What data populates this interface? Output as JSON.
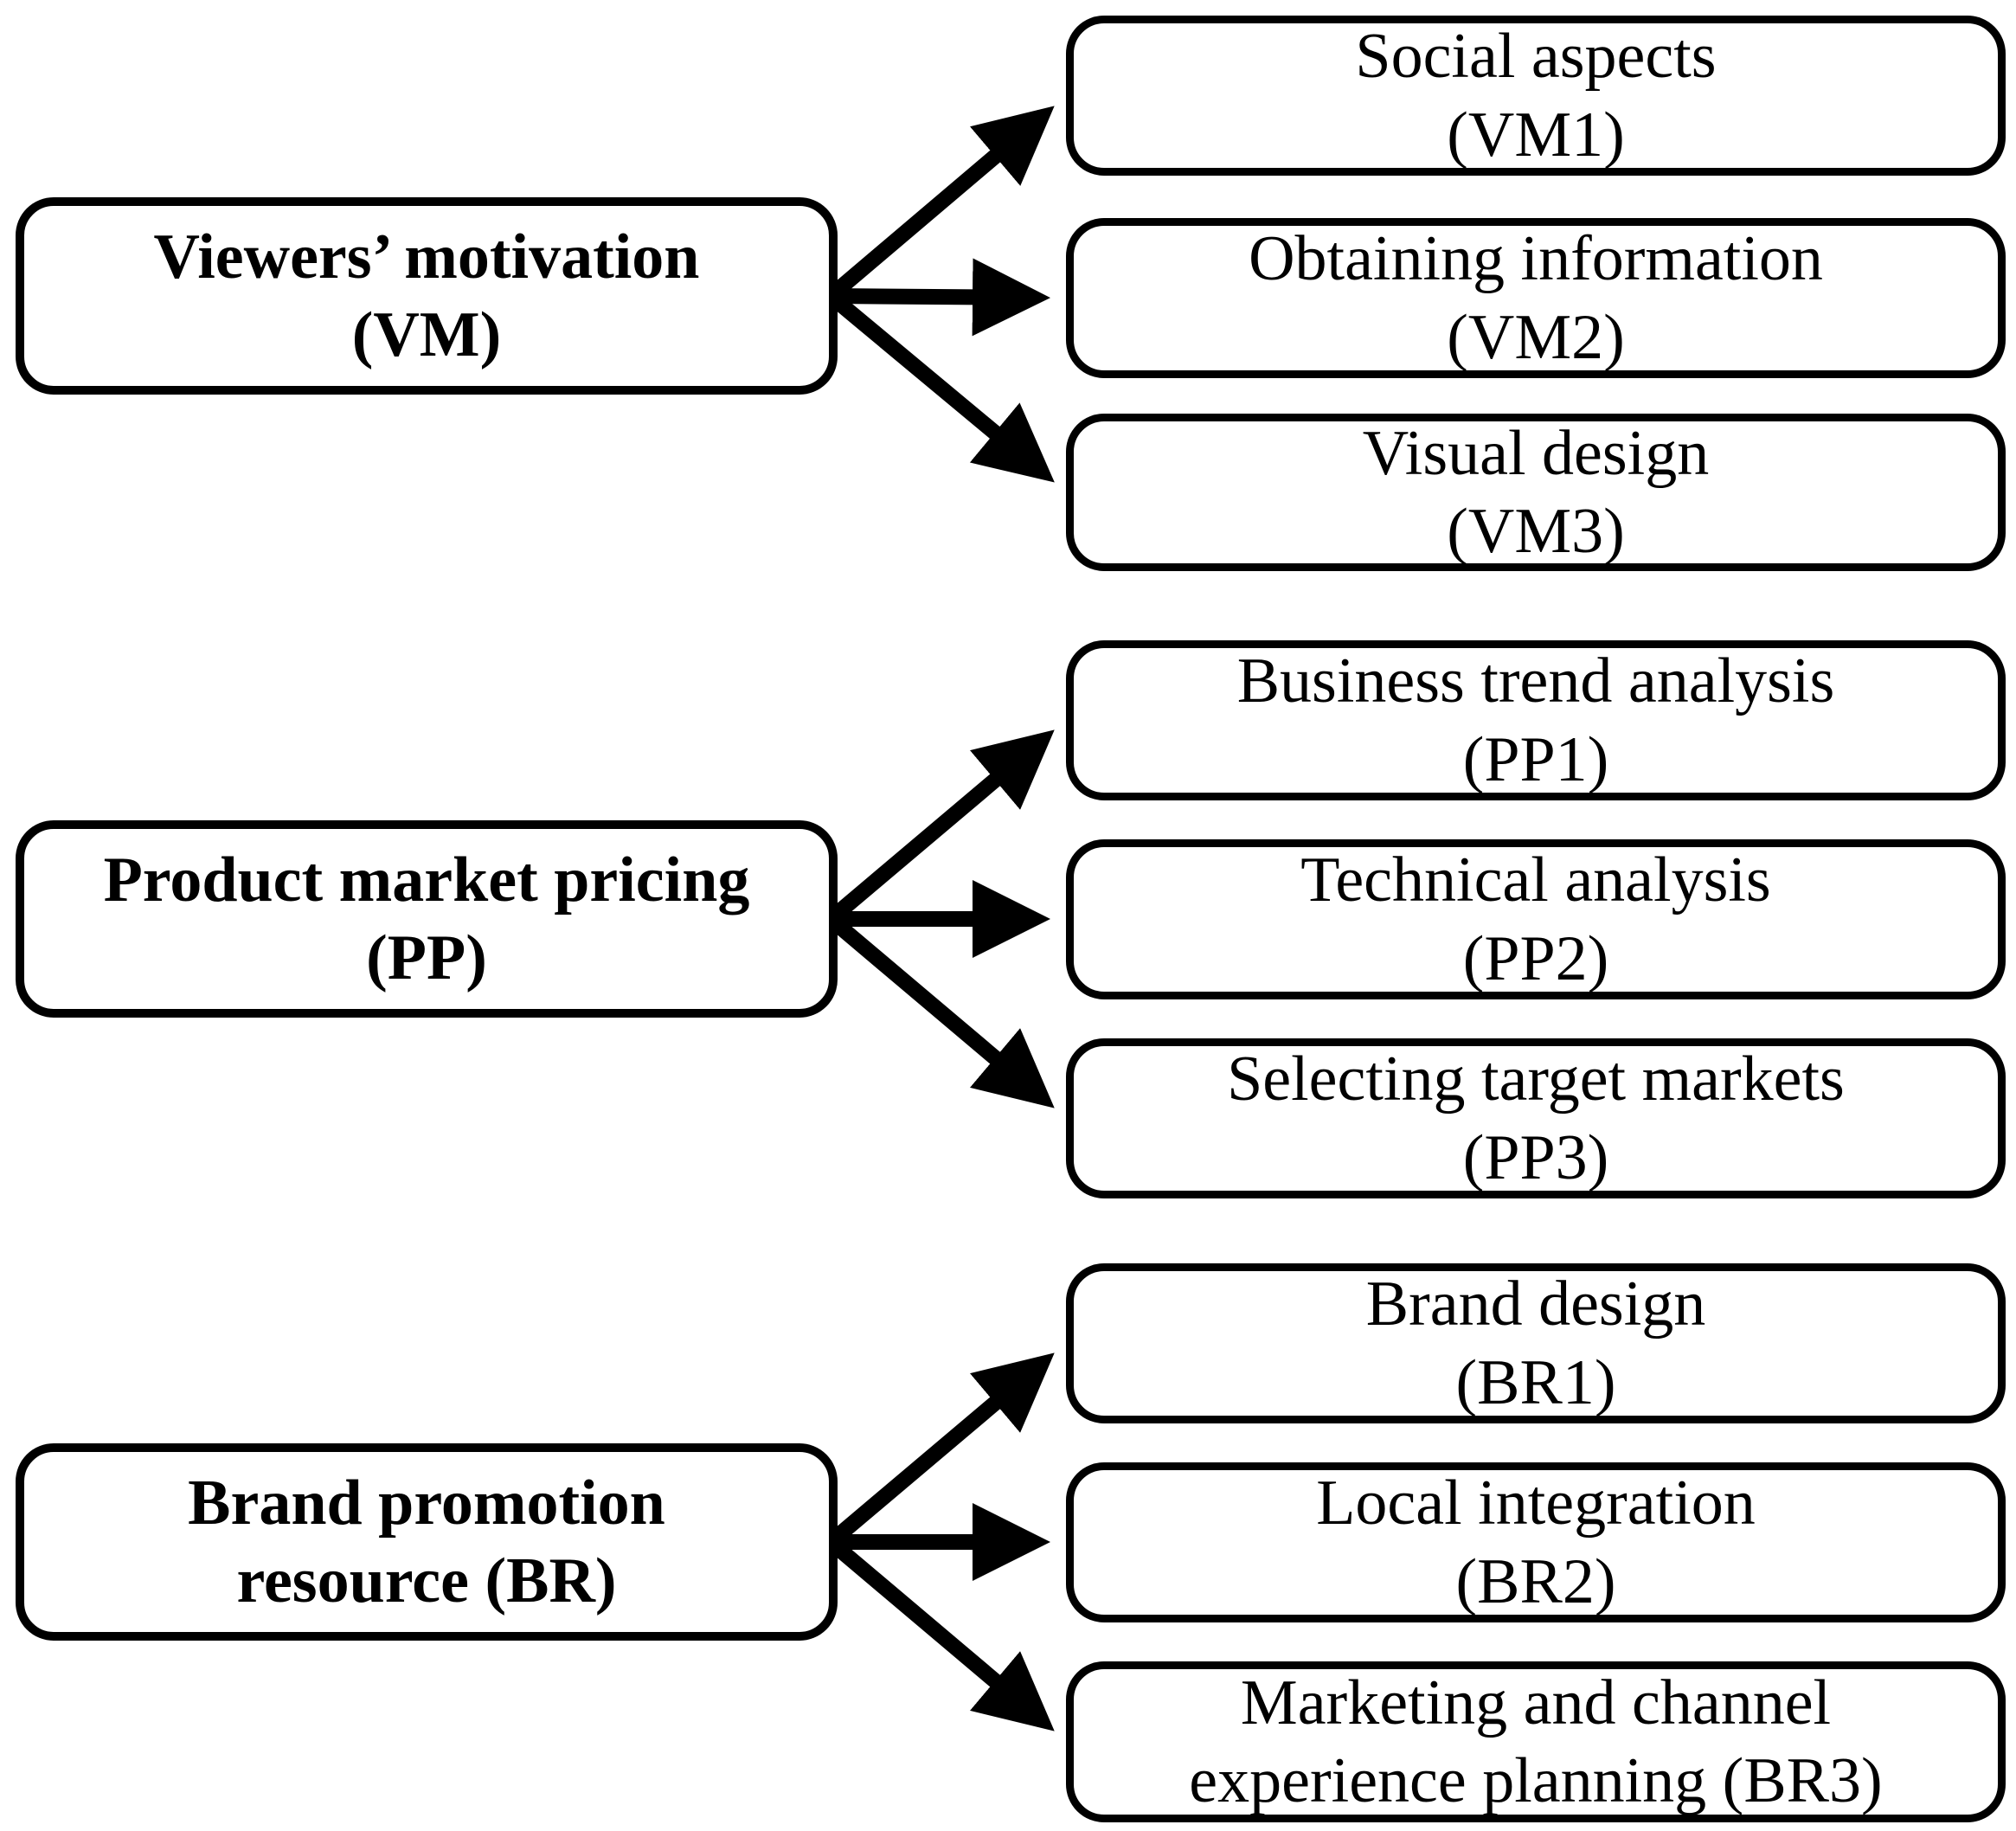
{
  "background": "#ffffff",
  "colors": {
    "box_fill": "#ffffff",
    "box_border": "#000000",
    "arrow": "#000000",
    "text": "#000000"
  },
  "groups": [
    {
      "parent": {
        "line1": "Viewers’ motivation",
        "line2": "(VM)"
      },
      "children": [
        {
          "line1": "Social aspects",
          "line2": "(VM1)"
        },
        {
          "line1": "Obtaining information",
          "line2": "(VM2)"
        },
        {
          "line1": "Visual design",
          "line2": "(VM3)"
        }
      ]
    },
    {
      "parent": {
        "line1": "Product market pricing",
        "line2": "(PP)"
      },
      "children": [
        {
          "line1": "Business trend analysis",
          "line2": "(PP1)"
        },
        {
          "line1": "Technical analysis",
          "line2": "(PP2)"
        },
        {
          "line1": "Selecting target markets",
          "line2": "(PP3)"
        }
      ]
    },
    {
      "parent": {
        "line1": "Brand promotion",
        "line2": "resource (BR)"
      },
      "children": [
        {
          "line1": "Brand design",
          "line2": "(BR1)"
        },
        {
          "line1": "Local integration",
          "line2": "(BR2)"
        },
        {
          "line1": "Marketing and channel",
          "line2": "experience planning (BR3)"
        }
      ]
    }
  ]
}
